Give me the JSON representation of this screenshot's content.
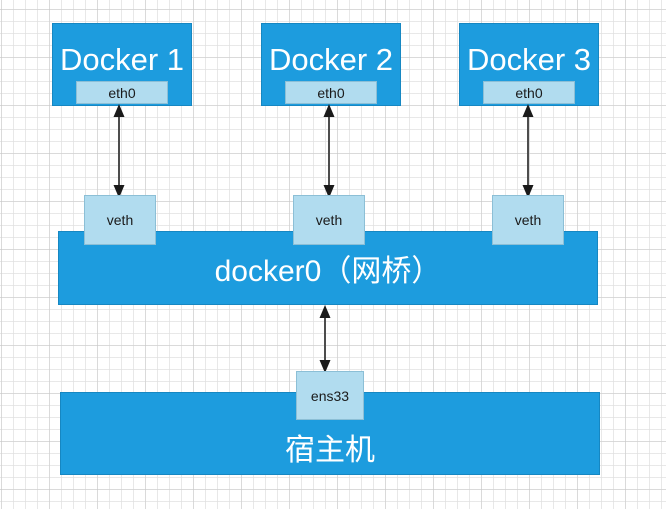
{
  "diagram": {
    "title": "Docker network bridge diagram",
    "colors": {
      "fill_blue": "#1D9CDE",
      "stroke_blue": "#1687C2",
      "fill_light_blue": "#B1DCEF",
      "stroke_light_blue": "#8CBFD6",
      "text_white": "#FFFFFF",
      "text_dark": "#1A1A1A",
      "grid_minor": "#E1E1E1",
      "grid_major": "#BEBEBE"
    },
    "containers": [
      {
        "title": "Docker 1",
        "interface": "eth0"
      },
      {
        "title": "Docker 2",
        "interface": "eth0"
      },
      {
        "title": "Docker 3",
        "interface": "eth0"
      }
    ],
    "bridge": {
      "label": "docker0（网桥）",
      "veths": [
        {
          "label": "veth"
        },
        {
          "label": "veth"
        },
        {
          "label": "veth"
        }
      ]
    },
    "host": {
      "label": "宿主机",
      "interface": "ens33"
    },
    "connections": [
      {
        "from": "Docker 1 eth0",
        "to": "veth 1",
        "style": "double-arrow"
      },
      {
        "from": "Docker 2 eth0",
        "to": "veth 2",
        "style": "double-arrow"
      },
      {
        "from": "Docker 3 eth0",
        "to": "veth 3",
        "style": "double-arrow"
      },
      {
        "from": "docker0",
        "to": "ens33",
        "style": "double-arrow"
      }
    ],
    "footer_text": ""
  }
}
